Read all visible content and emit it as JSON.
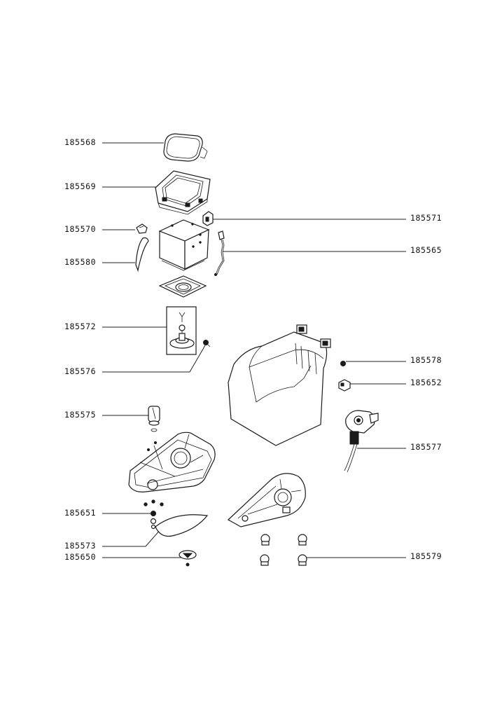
{
  "diagram": {
    "parts": [
      {
        "id": "p185568",
        "ref": "185568"
      },
      {
        "id": "p185569",
        "ref": "185569"
      },
      {
        "id": "p185570",
        "ref": "185570"
      },
      {
        "id": "p185580",
        "ref": "185580"
      },
      {
        "id": "p185572",
        "ref": "185572"
      },
      {
        "id": "p185576",
        "ref": "185576"
      },
      {
        "id": "p185575",
        "ref": "185575"
      },
      {
        "id": "p185651",
        "ref": "185651"
      },
      {
        "id": "p185573",
        "ref": "185573"
      },
      {
        "id": "p185650",
        "ref": "185650"
      },
      {
        "id": "p185571",
        "ref": "185571"
      },
      {
        "id": "p185565",
        "ref": "185565"
      },
      {
        "id": "p185578",
        "ref": "185578"
      },
      {
        "id": "p185652",
        "ref": "185652"
      },
      {
        "id": "p185577",
        "ref": "185577"
      },
      {
        "id": "p185579",
        "ref": "185579"
      }
    ],
    "colors": {
      "line": "#222222",
      "text": "#111111",
      "background": "#ffffff"
    }
  }
}
